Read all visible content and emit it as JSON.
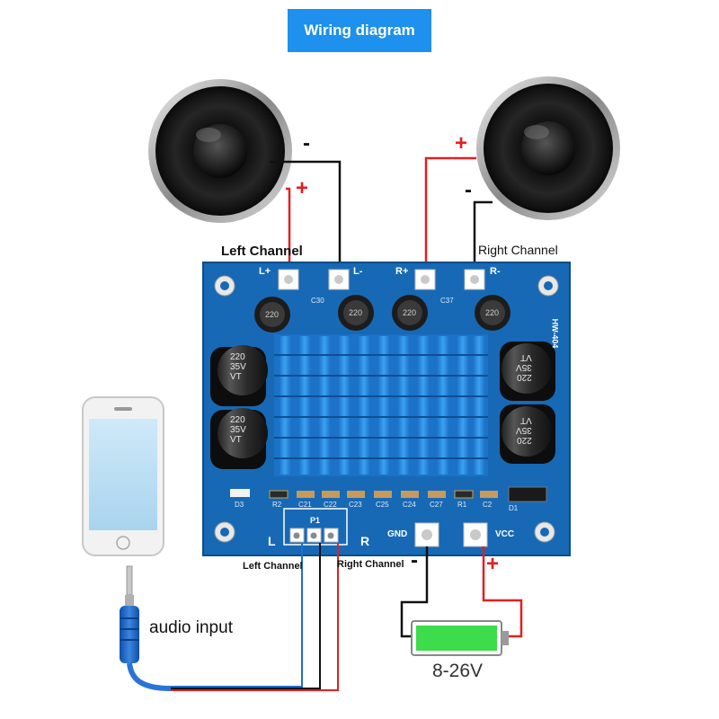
{
  "title": "Wiring diagram",
  "labels": {
    "left_channel_top": "Left Channel",
    "right_channel_top": "Right Channel",
    "left_channel_bottom": "Left Channel",
    "right_channel_bottom": "Right Channel",
    "audio_input": "audio input",
    "voltage": "8-26V",
    "minus": "-",
    "plus": "+"
  },
  "board": {
    "model": "HW-404",
    "pins_top": [
      "L+",
      "L-",
      "R+",
      "R-"
    ],
    "pins_power": [
      "GND",
      "VCC"
    ],
    "input_side_left": "L",
    "input_side_right": "R",
    "input_header": "P1",
    "inductor_marking": "220",
    "capacitor_marking": [
      "220",
      "35V",
      "VT"
    ],
    "components": [
      "C30",
      "C37",
      "D3",
      "R2",
      "C21",
      "C22",
      "C23",
      "C25",
      "C24",
      "C27",
      "R1",
      "C2",
      "D1"
    ]
  },
  "colors": {
    "title_bg": "#1e90ee",
    "pcb": "#1769b5",
    "heatsink": "#2a8fe6",
    "wire_positive": "#e02020",
    "wire_negative": "#111111",
    "wire_audio_left": "#1e6fd0",
    "battery_fill": "#3ddc4a"
  },
  "icons": [
    "speaker-left-icon",
    "speaker-right-icon",
    "phone-icon",
    "audio-jack-icon",
    "battery-icon"
  ]
}
